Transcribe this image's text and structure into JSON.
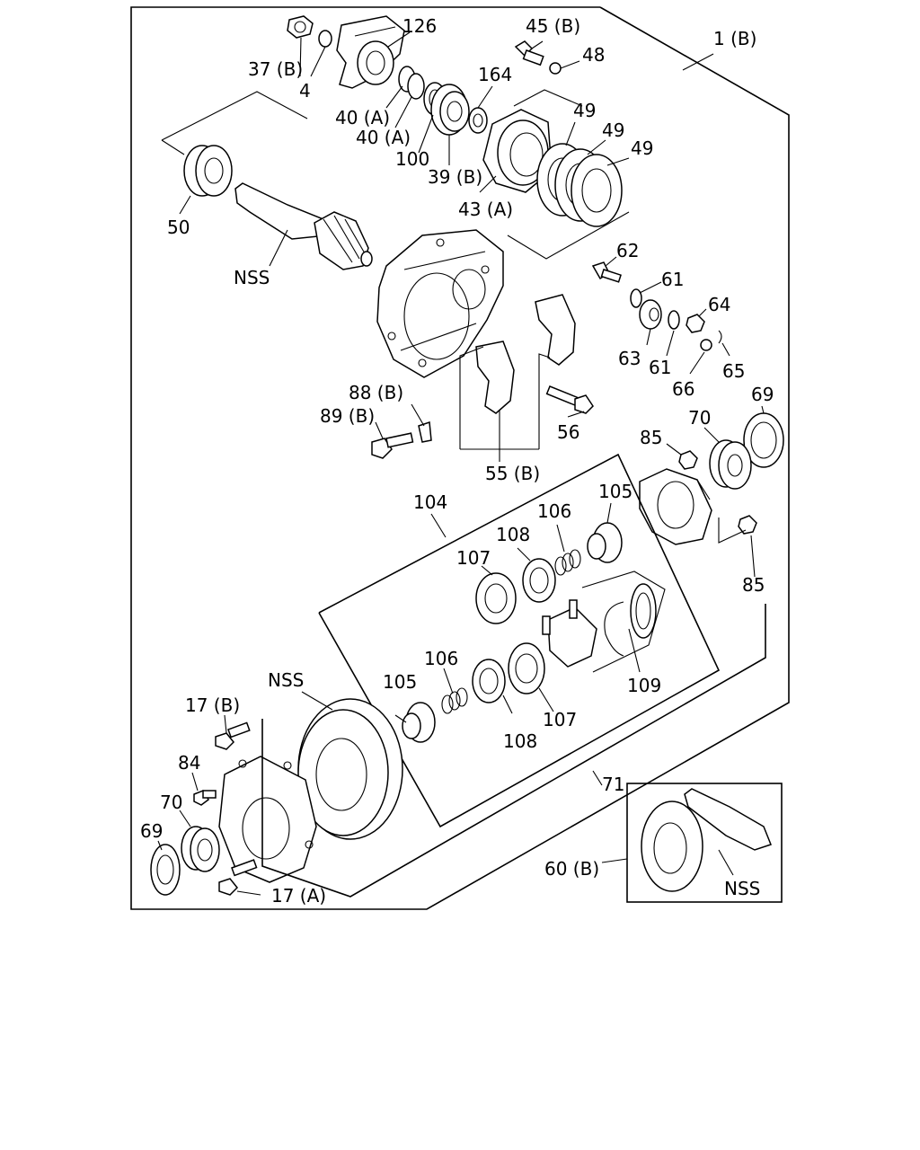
{
  "labels": {
    "l37b": "37 (B)",
    "l4": "4",
    "l126": "126",
    "l45b": "45 (B)",
    "l48": "48",
    "l1b": "1 (B)",
    "l164": "164",
    "l40a1": "40 (A)",
    "l40a2": "40 (A)",
    "l100": "100",
    "l39b": "39 (B)",
    "l43a": "43 (A)",
    "l49a": "49",
    "l49b": "49",
    "l49c": "49",
    "l50": "50",
    "lnss1": "NSS",
    "l62": "62",
    "l61a": "61",
    "l64": "64",
    "l63": "63",
    "l61b": "61",
    "l66": "66",
    "l65": "65",
    "l88b": "88 (B)",
    "l89b": "89 (B)",
    "l56": "56",
    "l55b": "55 (B)",
    "l69a": "69",
    "l70a": "70",
    "l85a": "85",
    "l104": "104",
    "l105a": "105",
    "l106a": "106",
    "l108a": "108",
    "l107a": "107",
    "l85b": "85",
    "l109": "109",
    "lnss2": "NSS",
    "l105b": "105",
    "l106b": "106",
    "l17b": "17 (B)",
    "l84": "84",
    "l70b": "70",
    "l69b": "69",
    "l108b": "108",
    "l107b": "107",
    "l71": "71",
    "l60b": "60 (B)",
    "lnss3": "NSS",
    "l17a": "17 (A)"
  }
}
